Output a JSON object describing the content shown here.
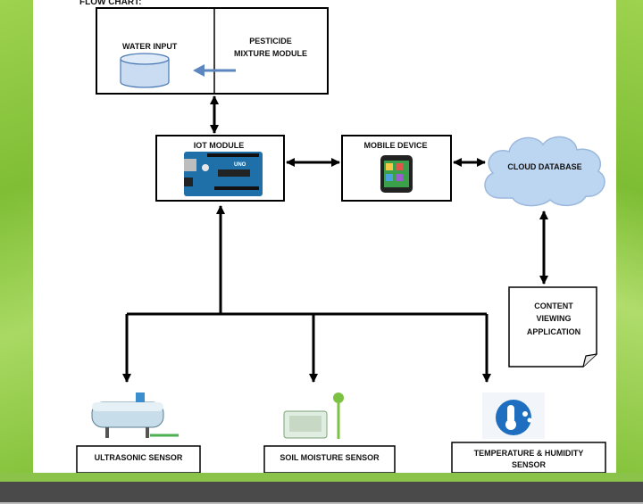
{
  "title": "FLOW CHART:",
  "nodes": {
    "water_input": "WATER INPUT",
    "pesticide_line1": "PESTICIDE",
    "pesticide_line2": "MIXTURE MODULE",
    "iot_module": "IOT MODULE",
    "mobile_device": "MOBILE DEVICE",
    "cloud_database": "CLOUD DATABASE",
    "content_line1": "CONTENT",
    "content_line2": "VIEWING",
    "content_line3": "APPLICATION",
    "ultrasonic_sensor": "ULTRASONIC SENSOR",
    "soil_moisture_sensor": "SOIL MOISTURE SENSOR",
    "temp_line1": "TEMPERATURE & HUMIDITY",
    "temp_line2": "SENSOR"
  },
  "colors": {
    "accent_green": "#8cc63f",
    "footer_dark": "#4a4a4a",
    "cloud_fill": "#bcd6f2",
    "arduino_blue": "#1f6fa8"
  }
}
